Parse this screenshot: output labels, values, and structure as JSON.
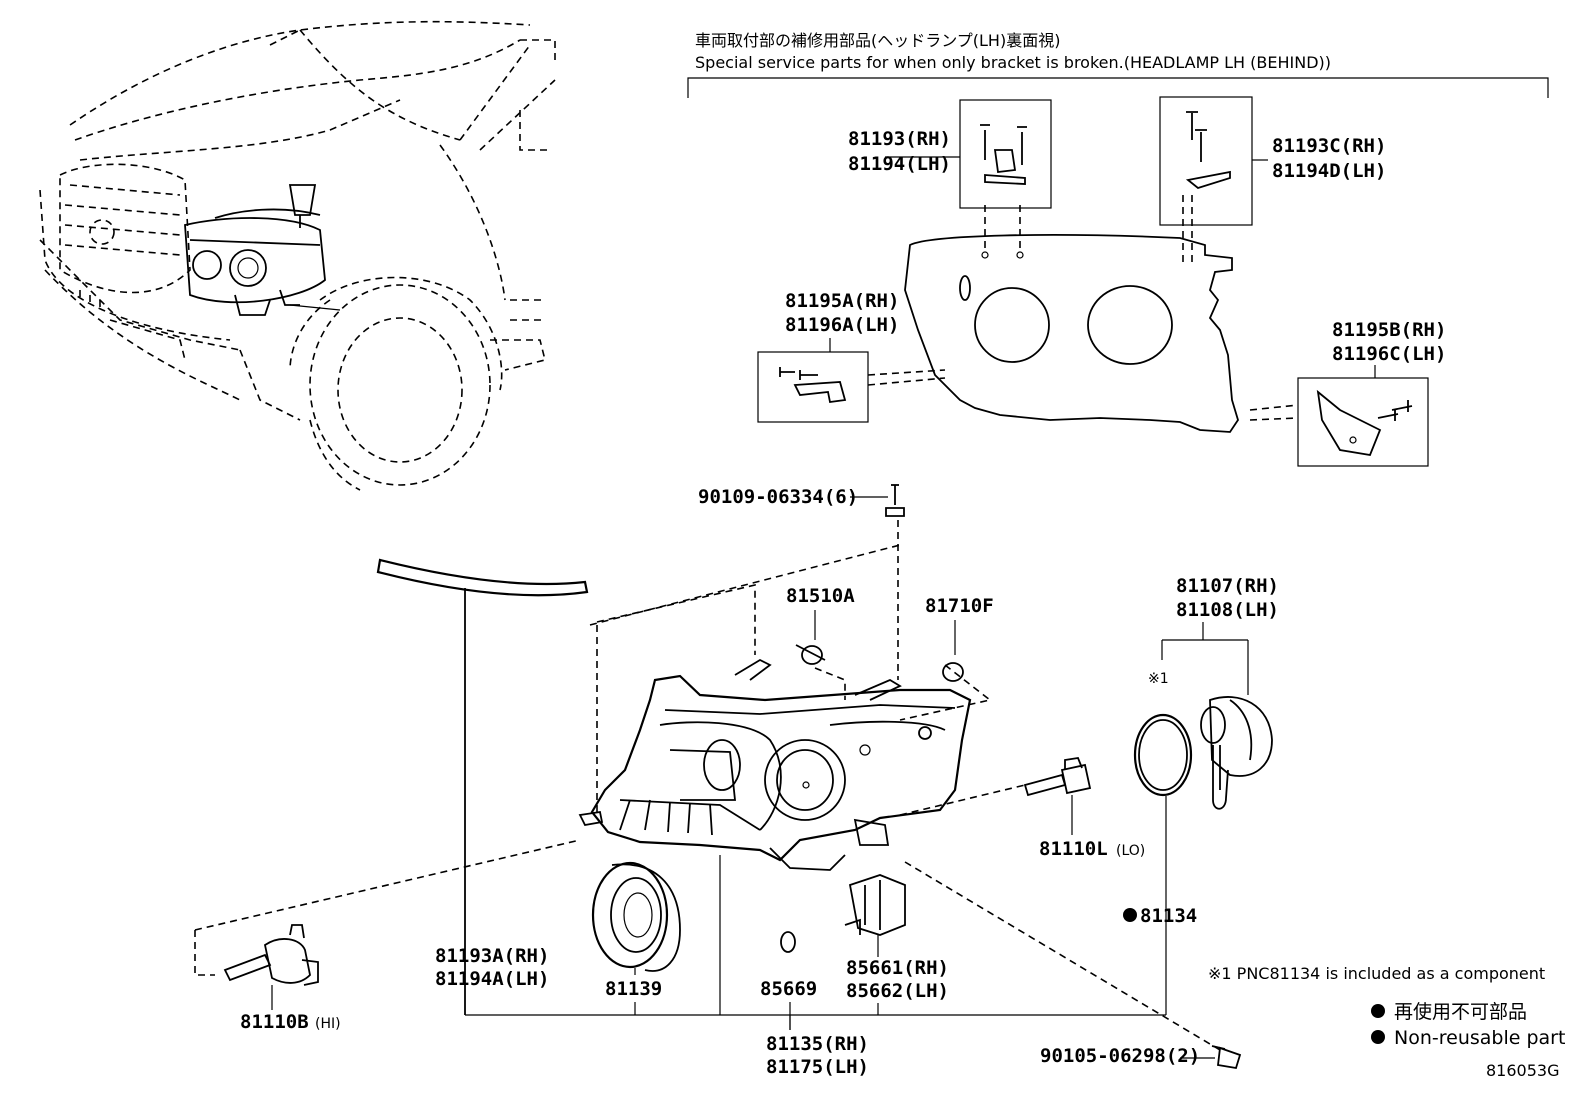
{
  "header": {
    "jp": "車両取付部の補修用部品(ヘッドランプ(LH)裏面視)",
    "en": "Special service parts for when only bracket is broken.(HEADLAMP LH (BEHIND))"
  },
  "bracket_labels": {
    "p81193": "81193(RH)",
    "p81194": "81194(LH)",
    "p81193C": "81193C(RH)",
    "p81194D": "81194D(LH)",
    "p81195A": "81195A(RH)",
    "p81196A": "81196A(LH)",
    "p81195B": "81195B(RH)",
    "p81196C": "81196C(LH)"
  },
  "parts": {
    "bolt_top": "90109-06334(6)",
    "p81510A": "81510A",
    "p81710F": "81710F",
    "p81107": "81107(RH)",
    "p81108": "81108(LH)",
    "ref1": "※1",
    "p81110L": "81110L",
    "p81110L_suffix": "(LO)",
    "p81134": "81134",
    "p81110B": "81110B",
    "p81110B_suffix": "(HI)",
    "p81193A": "81193A(RH)",
    "p81194A": "81194A(LH)",
    "p81139": "81139",
    "p85669": "85669",
    "p85661": "85661(RH)",
    "p85662": "85662(LH)",
    "p81135": "81135(RH)",
    "p81175": "81175(LH)",
    "bolt_bottom": "90105-06298(2)"
  },
  "notes": {
    "ref_note": "※1 PNC81134 is included as a component",
    "legend_jp": "再使用不可部品",
    "legend_en": "Non-reusable part",
    "diagram_id": "816053G"
  }
}
